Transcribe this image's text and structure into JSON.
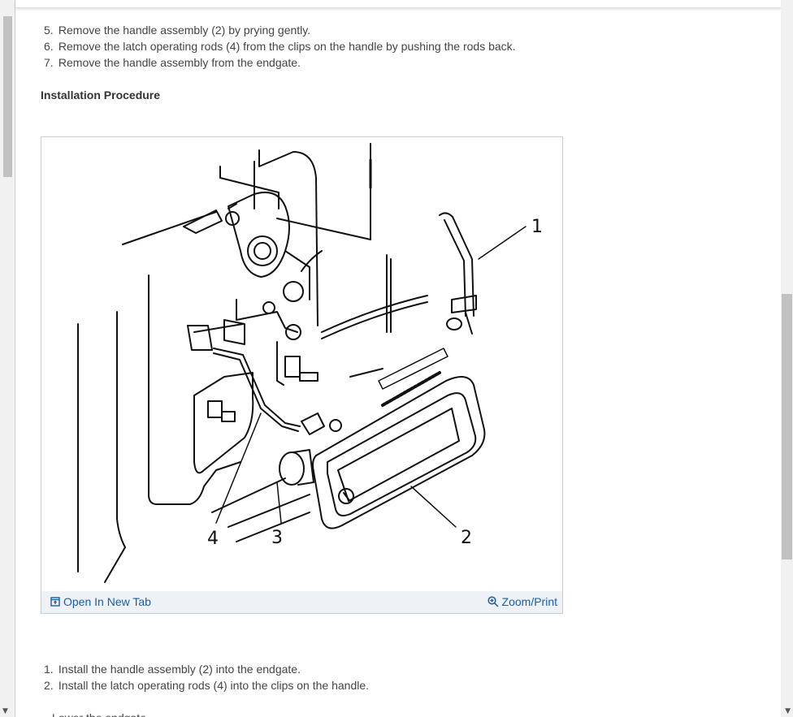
{
  "removal_steps": [
    {
      "num": "5.",
      "text": "Remove the handle assembly (2) by prying gently."
    },
    {
      "num": "6.",
      "text": "Remove the latch operating rods (4) from the clips on the handle by pushing the rods back."
    },
    {
      "num": "7.",
      "text": "Remove the handle assembly from the endgate."
    }
  ],
  "installation_heading": "Installation Procedure",
  "figure": {
    "callouts": [
      "1",
      "2",
      "3",
      "4"
    ],
    "open_tab_label": "Open In New Tab",
    "zoom_label": "Zoom/Print",
    "link_color": "#1a5fa6",
    "open_icon": "open-in-new-tab-icon",
    "zoom_icon": "zoom-in-icon"
  },
  "installation_steps": [
    {
      "num": "1.",
      "text": "Install the handle assembly (2) into the endgate."
    },
    {
      "num": "2.",
      "text": "Install the latch operating rods (4) into the clips on the handle."
    }
  ],
  "cut_off_step": "Lower the endgate."
}
